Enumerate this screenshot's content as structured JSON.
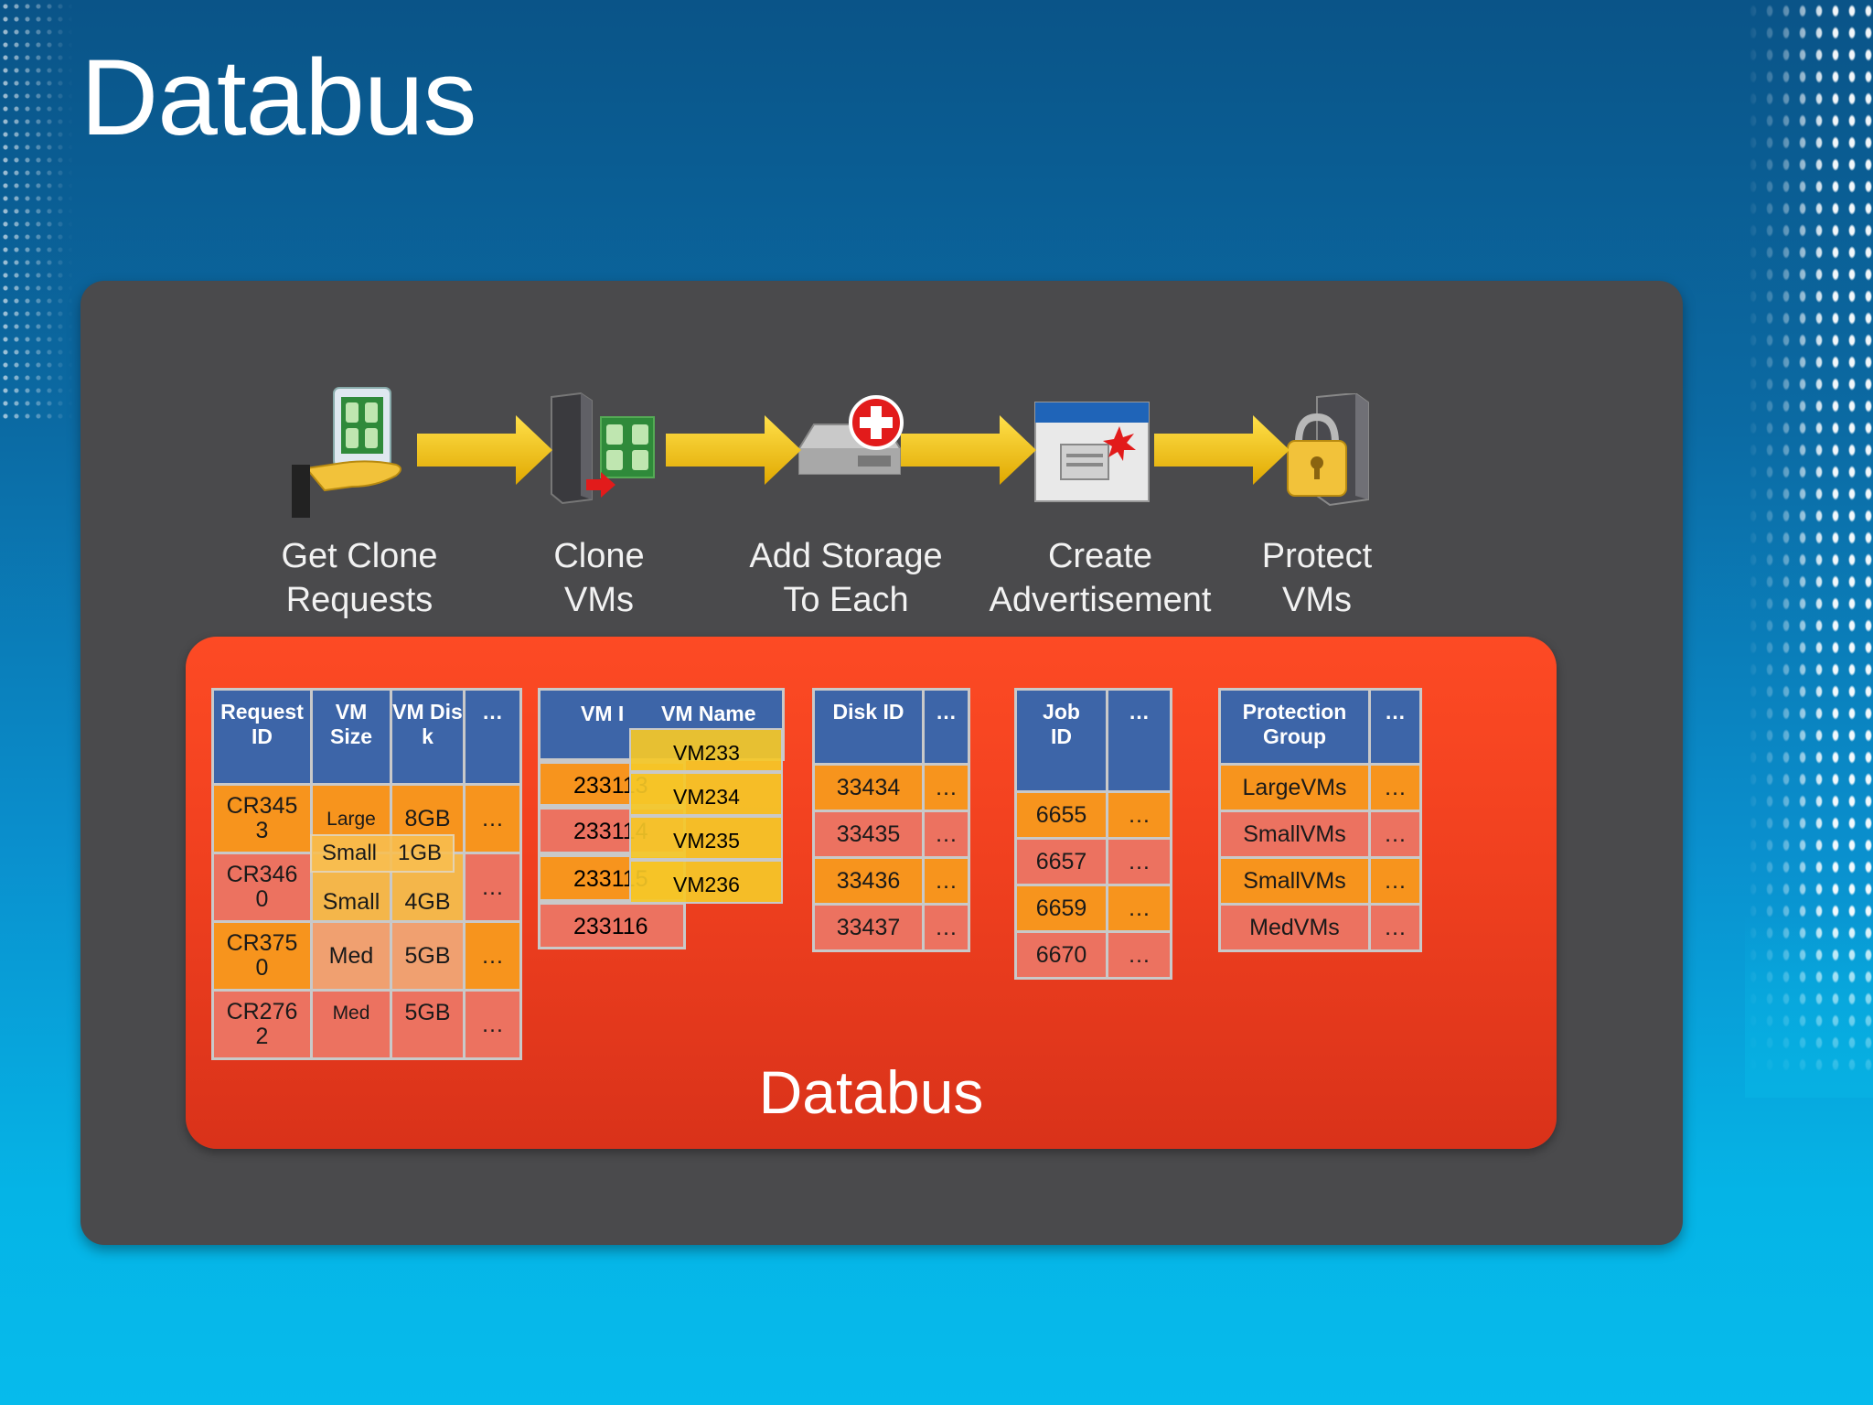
{
  "title": "Databus",
  "steps": [
    {
      "line1": "Get Clone",
      "line2": "Requests",
      "icon": "hand-request-icon"
    },
    {
      "line1": "Clone",
      "line2": "VMs",
      "icon": "server-clone-icon"
    },
    {
      "line1": "Add Storage",
      "line2": "To Each",
      "icon": "disk-add-icon"
    },
    {
      "line1": "Create",
      "line2": "Advertisement",
      "icon": "window-advertisement-icon"
    },
    {
      "line1": "Protect",
      "line2": "VMs",
      "icon": "padlock-server-icon"
    }
  ],
  "databus_label": "Databus",
  "requests_table": {
    "headers": [
      "Request ID",
      "VM Size",
      "VM Dis k",
      "…"
    ],
    "rows": [
      {
        "id1": "CR345",
        "id2": "3",
        "size": "Large",
        "disk": "8GB",
        "more": "…"
      },
      {
        "id1": "CR346",
        "id2": "0",
        "size": "Small",
        "disk": "4GB",
        "more": "…"
      },
      {
        "id1": "CR375",
        "id2": "0",
        "size": "Med",
        "disk": "5GB",
        "more": "…"
      },
      {
        "id1": "CR276",
        "id2": "2",
        "size": "Med",
        "disk": "5GB",
        "more": "…"
      }
    ],
    "overlay_row": {
      "size": "Small",
      "disk": "1GB"
    }
  },
  "vm_table": {
    "headers": [
      "VM I",
      "VM Name"
    ],
    "ids": [
      "233113",
      "233114",
      "233115",
      "233116"
    ],
    "names": [
      "VM233",
      "VM234",
      "VM235",
      "VM236"
    ]
  },
  "disk_table": {
    "headers": [
      "Disk ID",
      "…"
    ],
    "rows": [
      "33434",
      "33435",
      "33436",
      "33437"
    ],
    "more": "…"
  },
  "job_table": {
    "headers": [
      "Job ID",
      "…"
    ],
    "rows": [
      "6655",
      "6657",
      "6659",
      "6670"
    ],
    "more": "…"
  },
  "protection_table": {
    "headers": [
      "Protection Group",
      "…"
    ],
    "rows": [
      "LargeVMs",
      "SmallVMs",
      "SmallVMs",
      "MedVMs"
    ],
    "more": "…"
  },
  "colors": {
    "header_blue": "#3d65a8",
    "row_orange": "#f7941d",
    "row_salmon": "#ec7260",
    "databus_red": "#f0401f",
    "arrow_yellow": "#f5c400",
    "panel_gray": "#4a4a4c"
  }
}
